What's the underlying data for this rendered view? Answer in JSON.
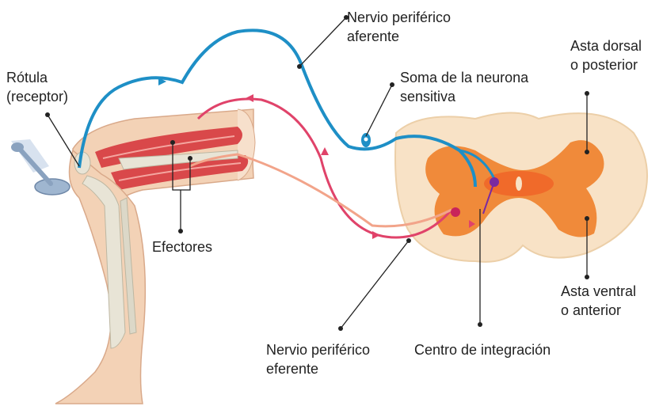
{
  "labels": {
    "rotula": [
      "Rótula",
      "(receptor)"
    ],
    "nervio_aferente": [
      "Nervio periférico",
      "aferente"
    ],
    "soma": [
      "Soma de la neurona",
      "sensitiva"
    ],
    "asta_dorsal": [
      "Asta dorsal",
      "o posterior"
    ],
    "efectores": "Efectores",
    "asta_ventral": [
      "Asta ventral",
      "o anterior"
    ],
    "nervio_eferente": [
      "Nervio periférico",
      "eferente"
    ],
    "centro": "Centro de integración"
  },
  "colors": {
    "afferent_nerve": "#1e8fc6",
    "efferent_nerve": "#e0436a",
    "efferent_light": "#f2a48a",
    "skin": "#f3d2b6",
    "bone": "#d8d4c4",
    "muscle": "#d9484a",
    "spinal_cord_outer": "#f8e2c6",
    "grey_matter": "#f08a3a",
    "grey_matter_center": "#f06a2a",
    "neuron": "#7a2aa0"
  },
  "icons": [
    "reflex-hammer-icon"
  ]
}
